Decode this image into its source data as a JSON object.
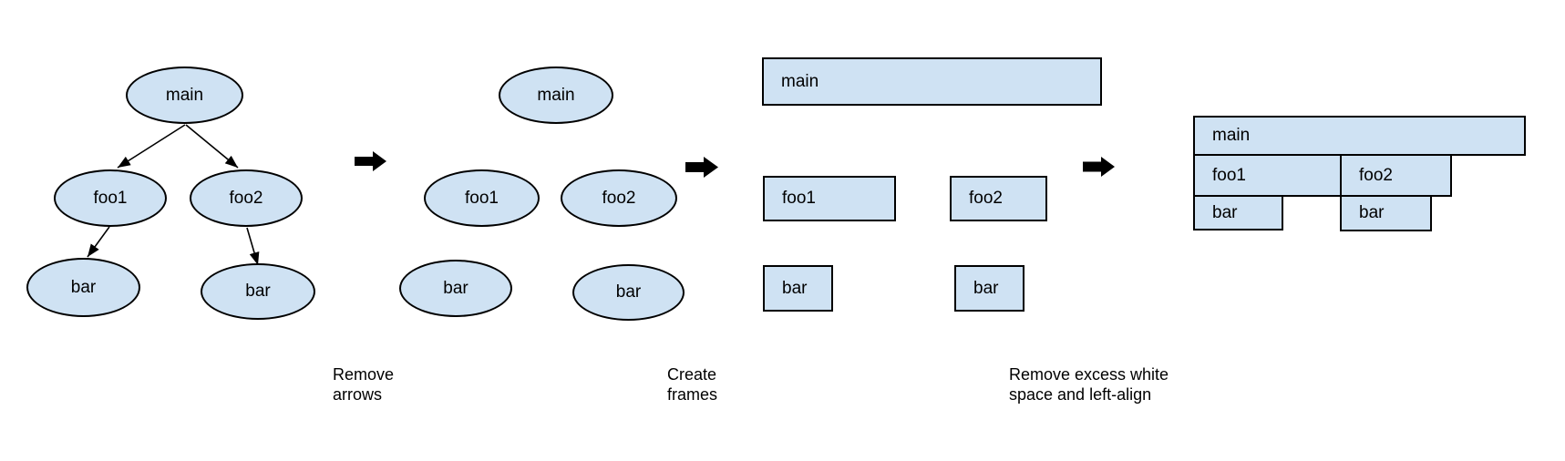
{
  "diagram": {
    "colors": {
      "shape_fill": "#cfe2f3",
      "shape_border": "#000000",
      "arrow_color": "#000000",
      "text_color": "#000000",
      "background": "#ffffff"
    },
    "stages": [
      {
        "name": "call-tree-with-arrows",
        "shape": "ellipse",
        "nodes": [
          {
            "id": "main",
            "label": "main"
          },
          {
            "id": "foo1",
            "label": "foo1"
          },
          {
            "id": "foo2",
            "label": "foo2"
          },
          {
            "id": "bar-left",
            "label": "bar"
          },
          {
            "id": "bar-right",
            "label": "bar"
          }
        ],
        "edges": [
          {
            "from": "main",
            "to": "foo1"
          },
          {
            "from": "main",
            "to": "foo2"
          },
          {
            "from": "foo1",
            "to": "bar-left"
          },
          {
            "from": "foo2",
            "to": "bar-right"
          }
        ]
      },
      {
        "name": "ellipses-without-arrows",
        "shape": "ellipse",
        "nodes": [
          {
            "id": "main",
            "label": "main"
          },
          {
            "id": "foo1",
            "label": "foo1"
          },
          {
            "id": "foo2",
            "label": "foo2"
          },
          {
            "id": "bar-left",
            "label": "bar"
          },
          {
            "id": "bar-right",
            "label": "bar"
          }
        ]
      },
      {
        "name": "frames",
        "shape": "rect",
        "nodes": [
          {
            "id": "main",
            "label": "main"
          },
          {
            "id": "foo1",
            "label": "foo1"
          },
          {
            "id": "foo2",
            "label": "foo2"
          },
          {
            "id": "bar-left",
            "label": "bar"
          },
          {
            "id": "bar-right",
            "label": "bar"
          }
        ]
      },
      {
        "name": "flame-graph-compacted",
        "shape": "rect",
        "nodes": [
          {
            "id": "main",
            "label": "main"
          },
          {
            "id": "foo1",
            "label": "foo1"
          },
          {
            "id": "foo2",
            "label": "foo2"
          },
          {
            "id": "bar-left",
            "label": "bar"
          },
          {
            "id": "bar-right",
            "label": "bar"
          }
        ]
      }
    ],
    "step_labels": [
      {
        "text": "Remove\narrows"
      },
      {
        "text": "Create\nframes"
      },
      {
        "text": "Remove excess white\nspace and left-align"
      }
    ]
  }
}
